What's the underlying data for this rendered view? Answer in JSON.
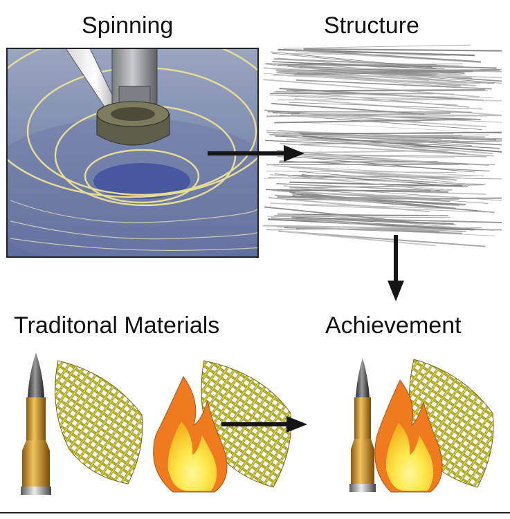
{
  "labels": {
    "spinning": "Spinning",
    "structure": "Structure",
    "traditional": "Traditonal Materials",
    "achievement": "Achievement"
  },
  "colors": {
    "water": "#7f8fb5",
    "fiber_gold": "#d8cf8a",
    "mesh": "#b9b52a",
    "fiber_gray": "#8a8a8a",
    "flame_outer": "#f07a1e",
    "flame_inner": "#fde84a",
    "bullet_brass": "#c7871f",
    "arrow": "#151515"
  },
  "icons": [
    "spinning-apparatus-image",
    "fiber-bundle-image",
    "bullet-icon",
    "flame-icon",
    "mesh-fabric-icon",
    "arrow-right-icon",
    "arrow-down-icon"
  ]
}
